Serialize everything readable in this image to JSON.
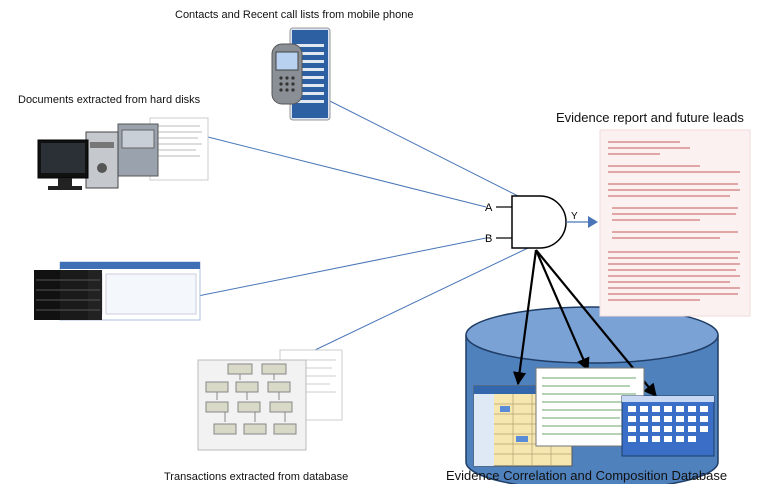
{
  "labels": {
    "mobile": "Contacts and Recent call lists from mobile phone",
    "documents": "Documents extracted from hard disks",
    "report": "Evidence report and future leads",
    "transactions": "Transactions extracted from database",
    "database": "Evidence Correlation and Composition Database"
  },
  "gate": {
    "input_a": "A",
    "input_b": "B",
    "output": "Y"
  },
  "colors": {
    "connector_line": "#4a76b8",
    "cylinder_fill": "#4f81bd",
    "cylinder_top": "#7aa2d4",
    "cylinder_stroke": "#1f3d66",
    "arrow": "#000000"
  },
  "icons": [
    "mobile-phone-icon",
    "computer-and-hard-disks-icon",
    "server-rack-icon",
    "database-diagram-icon",
    "document-icon",
    "calendar-icon"
  ]
}
